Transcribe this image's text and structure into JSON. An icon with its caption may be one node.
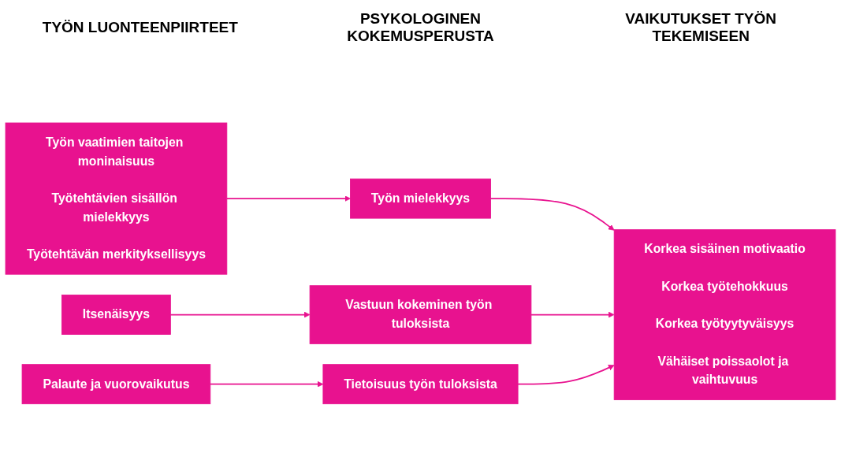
{
  "diagram": {
    "nodes": [
      {
        "text": [
          "Työn vaatimien taitojen moninaisuus",
          "Työtehtävien sisällön mielekkyys",
          "Työtehtävän merkityksellisyys"
        ]
      },
      {
        "text": [
          "Itsenäisyys"
        ]
      },
      {
        "text": [
          "Palaute ja vuorovaikutus"
        ]
      },
      {
        "text": [
          "Työn mielekkyys"
        ]
      },
      {
        "text": [
          "Vastuun kokeminen työn tuloksista"
        ]
      },
      {
        "text": [
          "Tietoisuus työn tuloksista"
        ]
      },
      {
        "text": [
          "Korkea sisäinen motivaatio",
          "Korkea työtehokkuus",
          "Korkea työtyytyväisyys",
          "Vähäiset poissaolot ja vaihtuvuus"
        ]
      }
    ],
    "edges": [
      {
        "from": 0,
        "to": 3,
        "arrow": "to"
      },
      {
        "from": 1,
        "to": 4,
        "arrow": "to"
      },
      {
        "from": 2,
        "to": 5,
        "arrow": "to"
      },
      {
        "from": 3,
        "to": 6,
        "arrow": "to"
      },
      {
        "from": 4,
        "to": 6,
        "arrow": "to"
      },
      {
        "from": 5,
        "to": 6,
        "arrow": "to"
      }
    ],
    "labels": [
      "TYÖN LUONTEENPIIRTEET",
      "PSYKOLOGINEN KOKEMUSPERUSTA",
      "VAIKUTUKSET TYÖN TEKEMISEEN"
    ]
  }
}
